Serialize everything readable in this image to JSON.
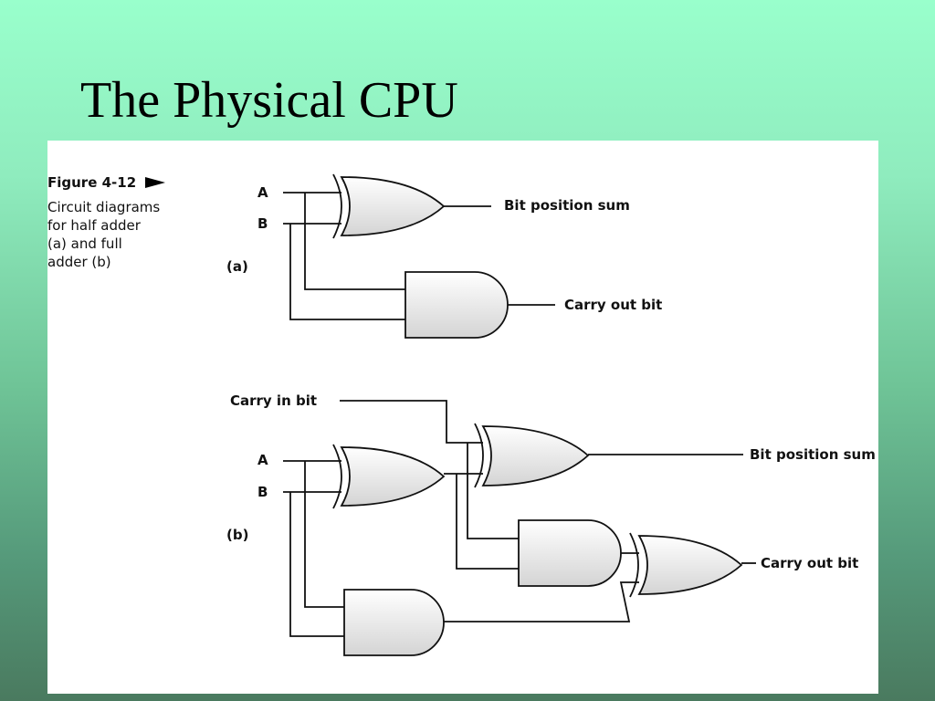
{
  "slide": {
    "title": "The Physical CPU"
  },
  "figure": {
    "label": "Figure 4-12",
    "caption_lines": [
      "Circuit diagrams",
      "for half adder",
      "(a) and full",
      "adder (b)"
    ],
    "part_a": {
      "label": "(a)",
      "input_a": "A",
      "input_b": "B",
      "sum_output": "Bit position sum",
      "carry_output": "Carry out bit"
    },
    "part_b": {
      "label": "(b)",
      "carry_in": "Carry in bit",
      "input_a": "A",
      "input_b": "B",
      "sum_output": "Bit position sum",
      "carry_output": "Carry out bit"
    }
  }
}
